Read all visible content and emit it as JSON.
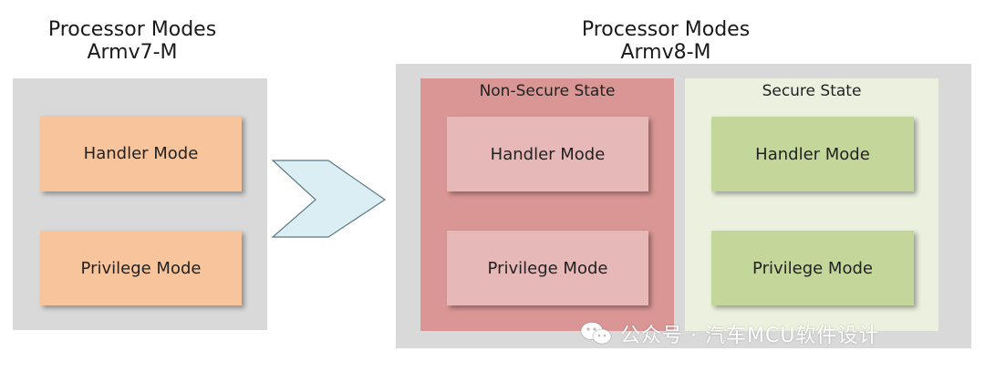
{
  "left": {
    "title_line1": "Processor Modes",
    "title_line2": "Armv7-M",
    "handler_label": "Handler Mode",
    "privilege_label": "Privilege Mode"
  },
  "right": {
    "title_line1": "Processor Modes",
    "title_line2": "Armv8-M",
    "nonsecure": {
      "label": "Non-Secure State",
      "handler_label": "Handler Mode",
      "privilege_label": "Privilege Mode"
    },
    "secure": {
      "label": "Secure State",
      "handler_label": "Handler Mode",
      "privilege_label": "Privilege Mode"
    }
  },
  "watermark": {
    "text": "公众号 · 汽车MCU软件设计",
    "icon": "wechat-icon"
  },
  "colors": {
    "panel_gray": "#d9d9d9",
    "orange_box": "#f8c49c",
    "nonsecure_bg": "#da9694",
    "nonsecure_box": "#e6b8b7",
    "secure_bg": "#ebf1de",
    "secure_box": "#c4d79b",
    "arrow_fill": "#dbeef3"
  }
}
